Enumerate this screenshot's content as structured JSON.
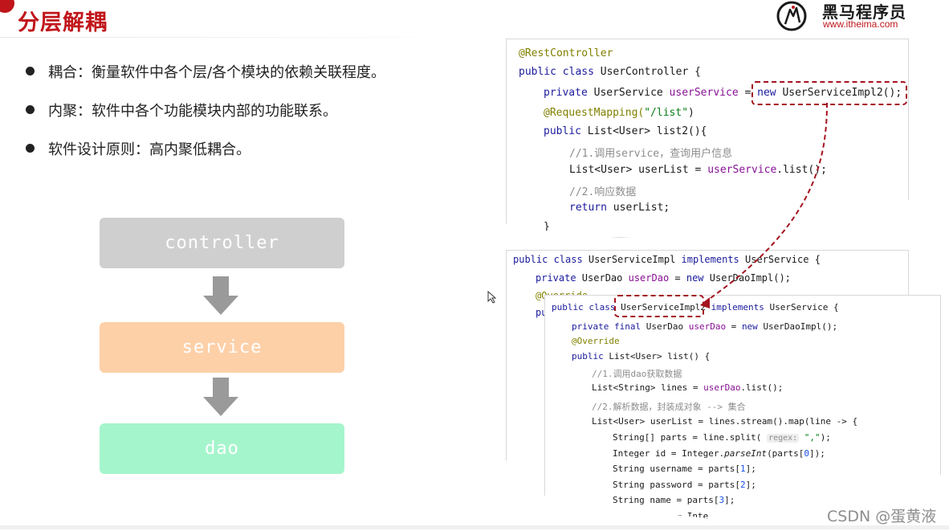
{
  "slide": {
    "title": "分层解耦",
    "accent_color": "#c0161b"
  },
  "logo": {
    "icon": "horse-logo-icon",
    "name": "黑马程序员",
    "url": "www.itheima.com"
  },
  "bullets": [
    "耦合：衡量软件中各个层/各个模块的依赖关联程度。",
    "内聚：软件中各个功能模块内部的功能联系。",
    "软件设计原则：高内聚低耦合。"
  ],
  "layers": {
    "controller": {
      "label": "controller",
      "color": "#cfcfcf"
    },
    "service": {
      "label": "service",
      "color": "#fdd0a8"
    },
    "dao": {
      "label": "dao",
      "color": "#a5f5cc"
    }
  },
  "code_controller": {
    "l1": "@RestController",
    "l2_kw": "public class ",
    "l2_name": "UserController {",
    "l3_kw": "private ",
    "l3_type": "UserService ",
    "l3_field": "userService",
    "l3_eq": " = ",
    "l3_new": "new ",
    "l3_call": "UserServiceImpl2();",
    "l4_ann": "@RequestMapping(",
    "l4_str": "\"/list\"",
    "l4_end": ")",
    "l5_kw": "public ",
    "l5_rest": "List<User> list2(){",
    "l6": "//1.调用service，查询用户信息",
    "l7_a": "List<User> userList = ",
    "l7_field": "userService",
    "l7_b": ".list();",
    "l8": "//2.响应数据",
    "l9_kw": "return ",
    "l9_rest": "userList;",
    "l10": "}"
  },
  "code_impl": {
    "l1_kw": "public class ",
    "l1_name": "UserServiceImpl ",
    "l1_impl": "implements ",
    "l1_iface": "UserService {",
    "l2_kw": "private ",
    "l2_type": "UserDao ",
    "l2_field": "userDao",
    "l2_eq": " = ",
    "l2_new": "new ",
    "l2_call": "UserDaoImpl();",
    "l3": "@Override",
    "l4": "pu"
  },
  "code_impl2": {
    "l1_kw": "public class ",
    "l1_name": "UserServiceImpl2",
    "l1_impl": " implements ",
    "l1_iface": "UserService {",
    "l2_kw": "private final ",
    "l2_type": "UserDao ",
    "l2_field": "userDao",
    "l2_eq": " = ",
    "l2_new": "new ",
    "l2_call": "UserDaoImpl();",
    "l3": "@Override",
    "l4_kw": "public ",
    "l4_rest": "List<User> list() {",
    "l5": "//1.调用dao获取数据",
    "l6_a": "List<String> lines = ",
    "l6_field": "userDao",
    "l6_b": ".list();",
    "l7": "//2.解析数据，封装成对象 --> 集合",
    "l8": "List<User> userList = lines.stream().map(line -> {",
    "l9_a": "String[] parts = line.split( ",
    "l9_hint": "regex:",
    "l9_str": " \",\"",
    "l9_b": ");",
    "l10_a": "Integer id = Integer.",
    "l10_italic": "parseInt",
    "l10_b": "(parts[",
    "l10_num": "0",
    "l10_c": "]);",
    "l11_a": "String username = parts[",
    "l11_num": "1",
    "l11_b": "];",
    "l12_a": "String password = parts[",
    "l12_num": "2",
    "l12_b": "];",
    "l13_a": "String name = parts[",
    "l13_num": "3",
    "l13_b": "];",
    "l14": "Integer age = Inte"
  },
  "watermark": "CSDN @蛋黄液",
  "icons": {
    "arrow": "down-arrow-icon",
    "cursor": "mouse-cursor-icon"
  }
}
